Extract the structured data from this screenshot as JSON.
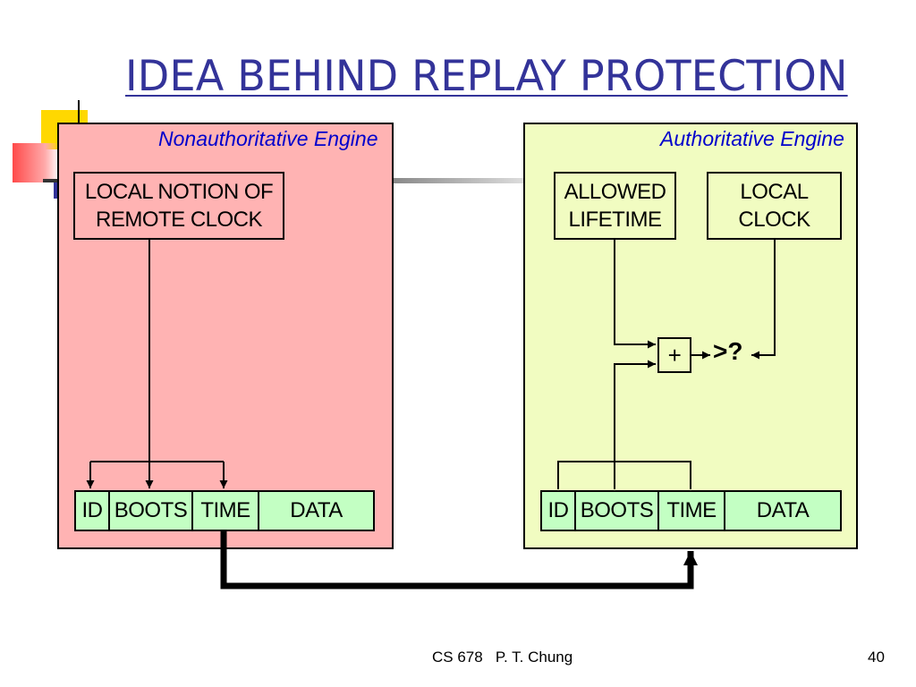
{
  "slide": {
    "title": "IDEA BEHIND REPLAY PROTECTION",
    "footer_center": "CS 678   P. T. Chung",
    "page_number": "40"
  },
  "nonauthoritative": {
    "title": "Nonauthoritative Engine",
    "clock_box": "LOCAL NOTION OF\nREMOTE CLOCK",
    "message": [
      "ID",
      "BOOTS",
      "TIME",
      "DATA"
    ]
  },
  "authoritative": {
    "title": "Authoritative Engine",
    "lifetime_box": "ALLOWED\nLIFETIME",
    "clock_box": "LOCAL\nCLOCK",
    "adder": "+",
    "comparison": ">?",
    "message": [
      "ID",
      "BOOTS",
      "TIME",
      "DATA"
    ]
  },
  "colors": {
    "title": "#333399",
    "nonauthoritative_panel": "#ffb3b3",
    "authoritative_panel": "#f1fcc1",
    "panel_title": "#0000cc",
    "message_cell": "#c3ffc3"
  }
}
